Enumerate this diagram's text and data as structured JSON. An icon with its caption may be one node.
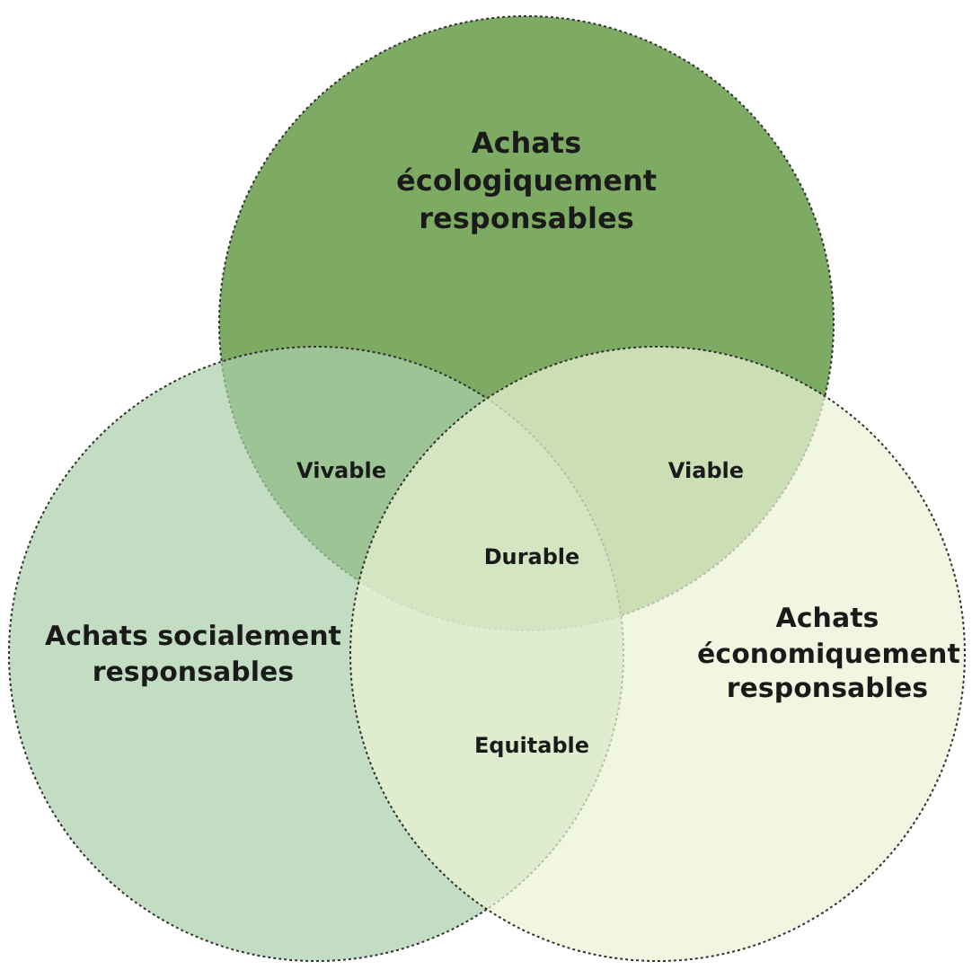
{
  "diagram": {
    "nodes": [
      {
        "text": [
          "Achats écologiquement responsables"
        ]
      },
      {
        "text": [
          "Achats socialement responsables"
        ]
      },
      {
        "text": [
          "Achats économiquement responsables"
        ]
      }
    ],
    "labels": [
      "Vivable",
      "Viable",
      "Durable",
      "Equitable"
    ]
  }
}
